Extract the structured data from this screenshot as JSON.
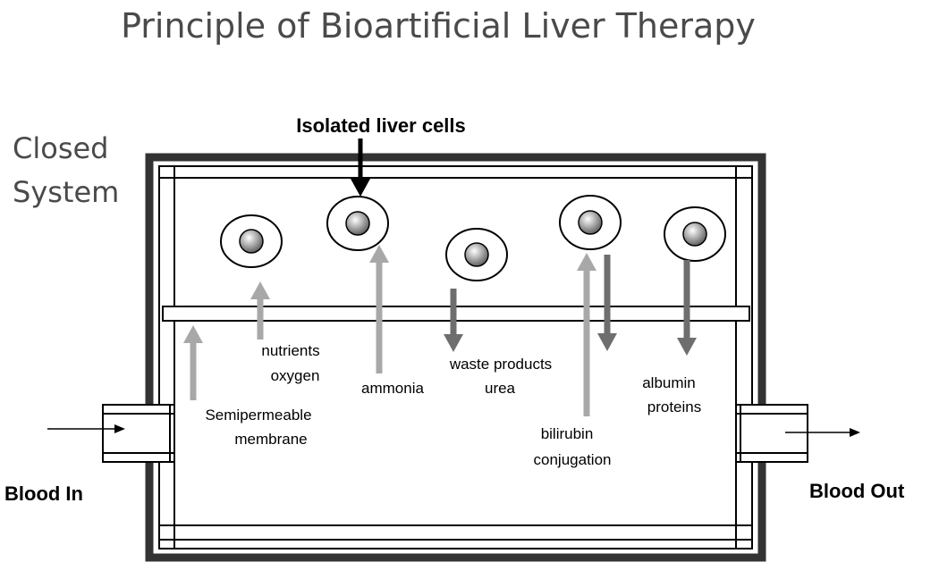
{
  "title": "Principle of Bioartificial Liver Therapy",
  "system_label": {
    "line1": "Closed",
    "line2": "System"
  },
  "cells_label": "Isolated liver cells",
  "blood_in": "Blood In",
  "blood_out": "Blood Out",
  "labels": {
    "nutrients": "nutrients",
    "oxygen": "oxygen",
    "ammonia": "ammonia",
    "waste_products": "waste products",
    "urea": "urea",
    "bilirubin": "bilirubin",
    "conjugation": "conjugation",
    "albumin": "albumin",
    "proteins": "proteins",
    "semipermeable": "Semipermeable",
    "membrane": "membrane"
  },
  "colors": {
    "frame": "#333333",
    "arrow_light": "#a8a8a8",
    "arrow_dark": "#6e6e6e",
    "text": "#000000",
    "title_text": "#4a4a4a"
  }
}
